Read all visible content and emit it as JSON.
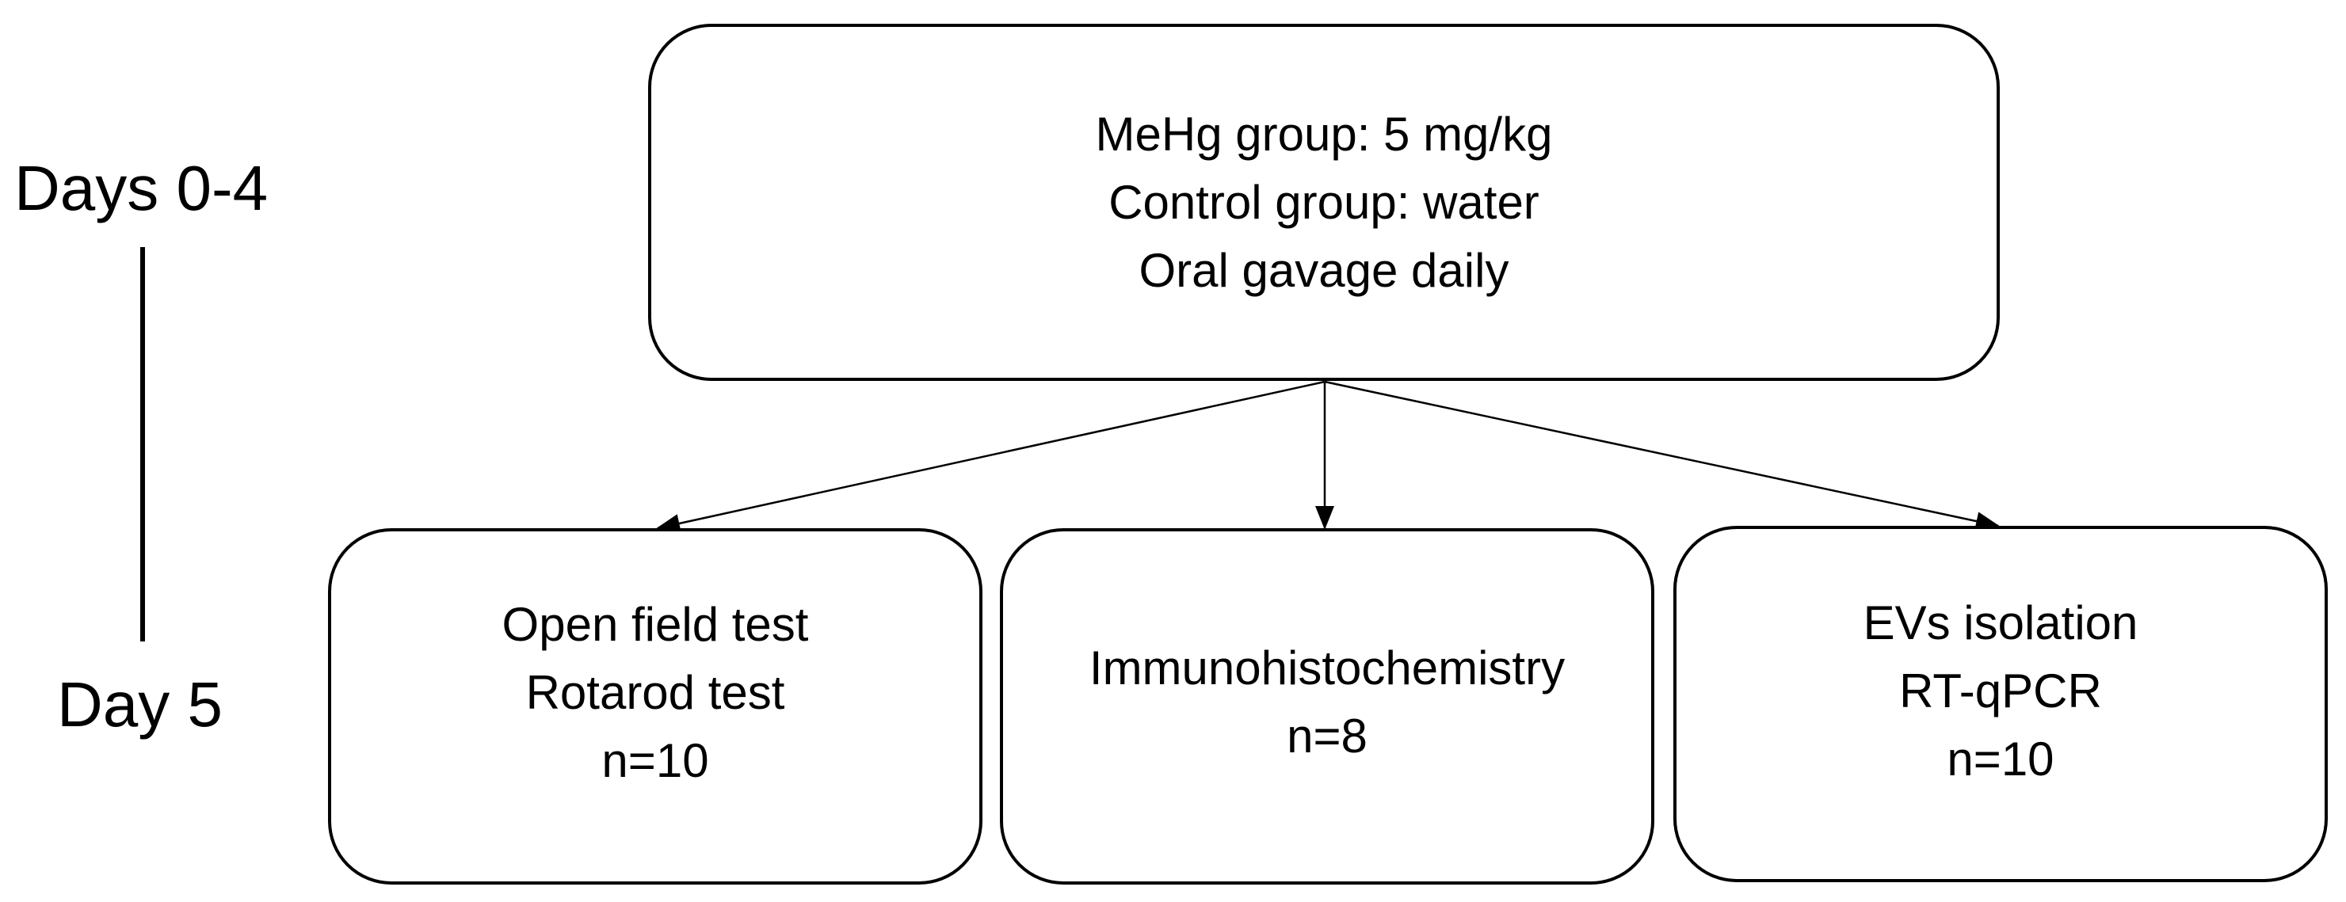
{
  "timeline": {
    "start_label": "Days 0-4",
    "end_label": "Day 5"
  },
  "treatment": {
    "line1": "MeHg group: 5 mg/kg",
    "line2": "Control group: water",
    "line3": "Oral gavage daily"
  },
  "outcomes": [
    {
      "line1": "Open field test",
      "line2": "Rotarod test",
      "line3": "n=10"
    },
    {
      "line1": "Immunohistochemistry",
      "line2": "n=8"
    },
    {
      "line1": "EVs isolation",
      "line2": "RT-qPCR",
      "line3": "n=10"
    }
  ]
}
